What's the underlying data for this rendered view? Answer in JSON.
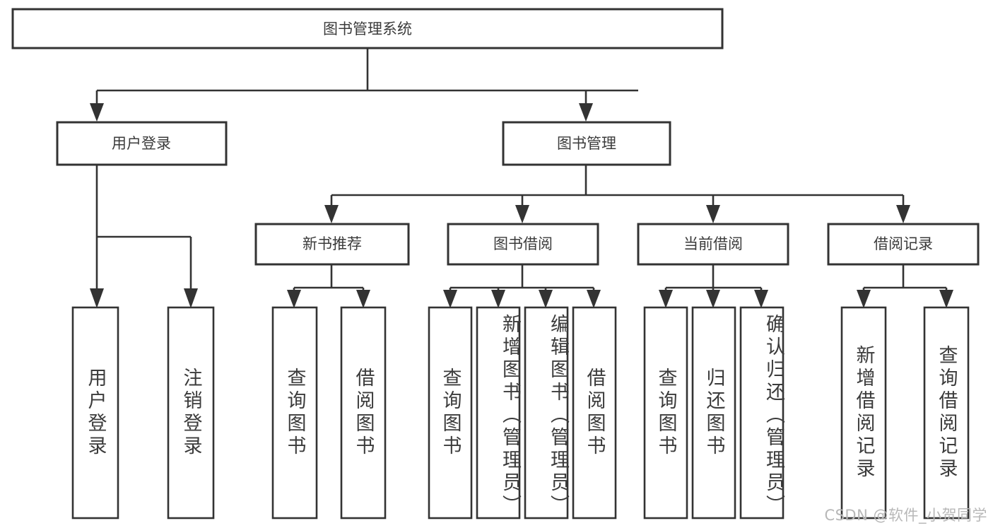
{
  "diagram": {
    "type": "hierarchy-tree",
    "title": "图书管理系统",
    "orientation": "top-down",
    "colors": {
      "box_stroke": "#333333",
      "box_fill": "#ffffff",
      "text": "#3b3b3b",
      "watermark": "#b8b8b8",
      "background": "#ffffff"
    },
    "root": {
      "label": "图书管理系统"
    },
    "level2": [
      {
        "id": "user-login",
        "label": "用户登录"
      },
      {
        "id": "book-manage",
        "label": "图书管理"
      }
    ],
    "level3": [
      {
        "id": "new-book-recommend",
        "label": "新书推荐",
        "parent": "book-manage"
      },
      {
        "id": "book-borrow",
        "label": "图书借阅",
        "parent": "book-manage"
      },
      {
        "id": "current-borrow",
        "label": "当前借阅",
        "parent": "book-manage"
      },
      {
        "id": "borrow-record",
        "label": "借阅记录",
        "parent": "book-manage"
      }
    ],
    "leaves": [
      {
        "id": "leaf-user-login",
        "label": "用户登录",
        "parent": "user-login"
      },
      {
        "id": "leaf-logout-login",
        "label": "注销登录",
        "parent": "user-login"
      },
      {
        "id": "leaf-query-book-1",
        "label": "查询图书",
        "parent": "new-book-recommend"
      },
      {
        "id": "leaf-borrow-book-1",
        "label": "借阅图书",
        "parent": "new-book-recommend"
      },
      {
        "id": "leaf-query-book-2",
        "label": "查询图书",
        "parent": "book-borrow"
      },
      {
        "id": "leaf-add-book",
        "label": "新增图书（管理员）",
        "parent": "book-borrow"
      },
      {
        "id": "leaf-edit-book",
        "label": "编辑图书（管理员）",
        "parent": "book-borrow"
      },
      {
        "id": "leaf-borrow-book-2",
        "label": "借阅图书",
        "parent": "book-borrow"
      },
      {
        "id": "leaf-query-book-3",
        "label": "查询图书",
        "parent": "current-borrow"
      },
      {
        "id": "leaf-return-book",
        "label": "归还图书",
        "parent": "current-borrow"
      },
      {
        "id": "leaf-confirm-return",
        "label": "确认归还（管理员）",
        "parent": "current-borrow"
      },
      {
        "id": "leaf-add-record",
        "label": "新增借阅记录",
        "parent": "borrow-record"
      },
      {
        "id": "leaf-query-record",
        "label": "查询借阅记录",
        "parent": "borrow-record"
      }
    ]
  },
  "watermark": {
    "text": "CSDN @软件_小贺同学"
  }
}
